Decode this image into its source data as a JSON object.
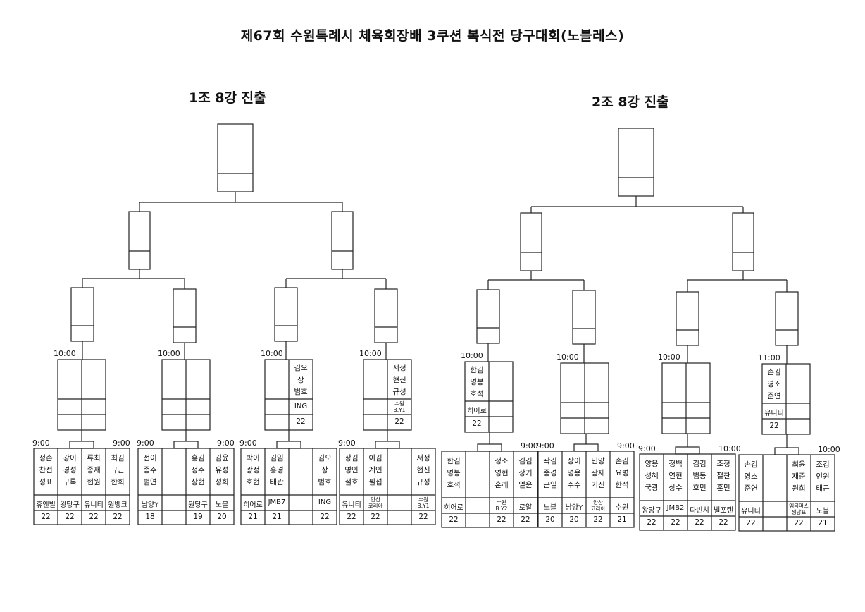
{
  "title": "제67회 수원특례시 체육회장배 3쿠션 복식전 당구대회(노블레스)",
  "groups": [
    {
      "title": "1조 8강 진출",
      "r1": [
        {
          "time_left": "9:00",
          "time_right": "9:00",
          "a": [
            {
              "names": [
                "정손",
                "찬선",
                "성표"
              ],
              "club": "휴앤빌",
              "score": "22"
            },
            {
              "names": [
                "강이",
                "경성",
                "구록"
              ],
              "club": "왕당구",
              "score": "22"
            }
          ],
          "b": [
            {
              "names": [
                "류최",
                "종재",
                "현원"
              ],
              "club": "유니티",
              "score": "22"
            },
            {
              "names": [
                "최김",
                "규근",
                "한희"
              ],
              "club": "원뱅크",
              "score": "22"
            }
          ]
        },
        {
          "time_left": "9:00",
          "time_right": "9:00",
          "a": [
            {
              "names": [
                "전이",
                "종주",
                "범연"
              ],
              "club": "남양Y",
              "score": "18"
            },
            {
              "names": [],
              "club": "",
              "score": ""
            }
          ],
          "b": [
            {
              "names": [
                "홍김",
                "정주",
                "상현"
              ],
              "club": "원당구",
              "score": "19"
            },
            {
              "names": [
                "김윤",
                "유성",
                "성희"
              ],
              "club": "노블",
              "score": "20"
            }
          ]
        },
        {
          "time_left": "9:00",
          "time_right": "",
          "a": [
            {
              "names": [
                "박이",
                "광정",
                "호현"
              ],
              "club": "히어로",
              "score": "21"
            },
            {
              "names": [
                "김임",
                "흥경",
                "태관"
              ],
              "club": "JMB7",
              "score": "21"
            }
          ],
          "b": [
            {
              "names": [],
              "club": "",
              "score": ""
            },
            {
              "names": [
                "김오",
                "상",
                "범호"
              ],
              "club": "ING",
              "score": "22"
            }
          ]
        },
        {
          "time_left": "9:00",
          "time_right": "",
          "a": [
            {
              "names": [
                "장김",
                "영인",
                "철호"
              ],
              "club": "유니티",
              "score": "22"
            },
            {
              "names": [
                "이김",
                "계인",
                "필섭"
              ],
              "club": "안산\n코리아",
              "score": "22"
            }
          ],
          "b": [
            {
              "names": [],
              "club": "",
              "score": ""
            },
            {
              "names": [
                "서정",
                "현진",
                "규성"
              ],
              "club": "수원\nB.Y1",
              "score": "22"
            }
          ]
        }
      ],
      "r2": [
        {
          "time": "10:00",
          "a": {
            "names": [],
            "club": "",
            "score": ""
          },
          "b": {
            "names": [],
            "club": "",
            "score": ""
          }
        },
        {
          "time": "10:00",
          "a": {
            "names": [],
            "club": "",
            "score": ""
          },
          "b": {
            "names": [],
            "club": "",
            "score": ""
          }
        },
        {
          "time": "10:00",
          "a": {
            "names": [],
            "club": "",
            "score": ""
          },
          "b": {
            "names": [
              "김오",
              "상",
              "범호"
            ],
            "club": "ING",
            "score": "22"
          }
        },
        {
          "time": "10:00",
          "a": {
            "names": [],
            "club": "",
            "score": ""
          },
          "b": {
            "names": [
              "서정",
              "현진",
              "규성"
            ],
            "club": "수원\nB.Y1",
            "score": "22"
          }
        }
      ]
    },
    {
      "title": "2조 8강 진출",
      "r1": [
        {
          "time_left": "",
          "time_right": "9:00",
          "a": [
            {
              "names": [
                "한김",
                "명봉",
                "호석"
              ],
              "club": "히어로",
              "score": "22"
            },
            {
              "names": [],
              "club": "",
              "score": ""
            }
          ],
          "b": [
            {
              "names": [
                "정조",
                "영현",
                "훈래"
              ],
              "club": "수원\nB.Y2",
              "score": "22"
            },
            {
              "names": [
                "김김",
                "상기",
                "열윤"
              ],
              "club": "로얄",
              "score": "22"
            }
          ]
        },
        {
          "time_left": "9:00",
          "time_right": "9:00",
          "a": [
            {
              "names": [
                "곽김",
                "중경",
                "근일"
              ],
              "club": "노블",
              "score": "20"
            },
            {
              "names": [
                "장이",
                "명용",
                "수수"
              ],
              "club": "남양Y",
              "score": "20"
            }
          ],
          "b": [
            {
              "names": [
                "민양",
                "광재",
                "기진"
              ],
              "club": "안산\n코리아",
              "score": "22"
            },
            {
              "names": [
                "손김",
                "요병",
                "한석"
              ],
              "club": "수원",
              "score": "21"
            }
          ]
        },
        {
          "time_left": "9:00",
          "time_right": "10:00",
          "a": [
            {
              "names": [
                "양용",
                "성혜",
                "국광"
              ],
              "club": "왕당구",
              "score": "22"
            },
            {
              "names": [
                "정백",
                "연현",
                "상수"
              ],
              "club": "JMB2",
              "score": "22"
            }
          ],
          "b": [
            {
              "names": [
                "김김",
                "범동",
                "호민"
              ],
              "club": "다빈치",
              "score": "22"
            },
            {
              "names": [
                "조정",
                "철찬",
                "훈민"
              ],
              "club": "빌포텐",
              "score": "22"
            }
          ]
        },
        {
          "time_left": "",
          "time_right": "10:00",
          "a": [
            {
              "names": [
                "손김",
                "영소",
                "준연"
              ],
              "club": "유니티",
              "score": "22"
            },
            {
              "names": [],
              "club": "",
              "score": ""
            }
          ],
          "b": [
            {
              "names": [
                "최윤",
                "재준",
                "원희"
              ],
              "club": "엠티머스\n생당표",
              "score": "22"
            },
            {
              "names": [
                "조김",
                "인원",
                "태근"
              ],
              "club": "노블",
              "score": "21"
            }
          ]
        }
      ],
      "r2": [
        {
          "time": "10:00",
          "a": {
            "names": [
              "한김",
              "명봉",
              "호석"
            ],
            "club": "히어로",
            "score": "22"
          },
          "b": {
            "names": [],
            "club": "",
            "score": ""
          }
        },
        {
          "time": "10:00",
          "a": {
            "names": [],
            "club": "",
            "score": ""
          },
          "b": {
            "names": [],
            "club": "",
            "score": ""
          }
        },
        {
          "time": "10:00",
          "a": {
            "names": [],
            "club": "",
            "score": ""
          },
          "b": {
            "names": [],
            "club": "",
            "score": ""
          }
        },
        {
          "time": "11:00",
          "a": {
            "names": [
              "손김",
              "영소",
              "준연"
            ],
            "club": "유니티",
            "score": "22"
          },
          "b": {
            "names": [],
            "club": "",
            "score": ""
          }
        }
      ]
    }
  ]
}
